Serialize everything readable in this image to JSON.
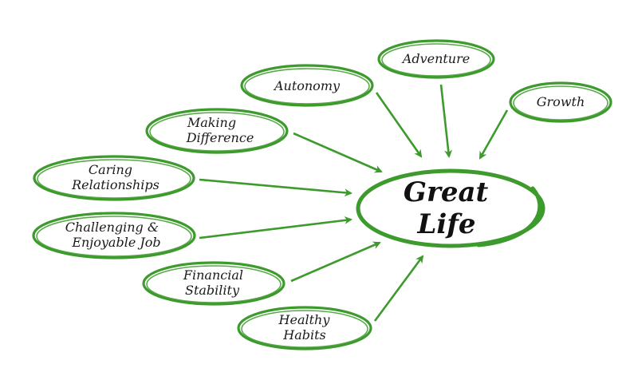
{
  "center": {
    "label_lines": [
      "Great",
      "Life"
    ]
  },
  "nodes": [
    {
      "id": "autonomy",
      "lines": [
        "Autonomy"
      ]
    },
    {
      "id": "adventure",
      "lines": [
        "Adventure"
      ]
    },
    {
      "id": "growth",
      "lines": [
        "Growth"
      ]
    },
    {
      "id": "making-difference",
      "lines": [
        "Making",
        "Difference"
      ]
    },
    {
      "id": "caring-relationships",
      "lines": [
        "Caring",
        "Relationships"
      ]
    },
    {
      "id": "challenging-enjoyable-job",
      "lines": [
        "Challenging &",
        "Enjoyable Job"
      ]
    },
    {
      "id": "financial-stability",
      "lines": [
        "Financial",
        "Stability"
      ]
    },
    {
      "id": "healthy-habits",
      "lines": [
        "Healthy",
        "Habits"
      ]
    }
  ],
  "colors": {
    "accent": "#3d9a2c",
    "text": "#1a1a1a"
  }
}
